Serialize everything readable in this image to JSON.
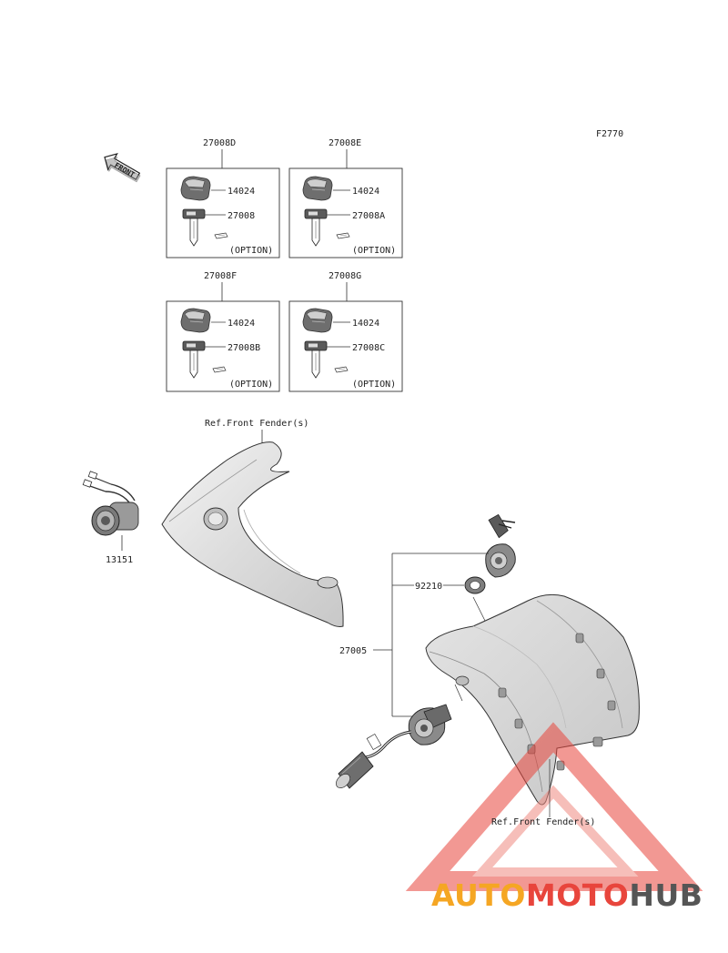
{
  "diagram": {
    "figure_code": "F2770",
    "front_arrow_label": "FRONT",
    "kits": [
      {
        "kit_number": "27008D",
        "cap_part": "14024",
        "key_part": "27008",
        "option_label": "(OPTION)"
      },
      {
        "kit_number": "27008E",
        "cap_part": "14024",
        "key_part": "27008A",
        "option_label": "(OPTION)"
      },
      {
        "kit_number": "27008F",
        "cap_part": "14024",
        "key_part": "27008B",
        "option_label": "(OPTION)"
      },
      {
        "kit_number": "27008G",
        "cap_part": "14024",
        "key_part": "27008C",
        "option_label": "(OPTION)"
      }
    ],
    "ref_front_fender_top": "Ref.Front Fender(s)",
    "ref_front_fender_bottom": "Ref.Front Fender(s)",
    "parts": {
      "switch_left": "13151",
      "washer": "92210",
      "switch_assembly": "27005"
    }
  },
  "watermark": {
    "part_auto": "AUTO",
    "part_moto": "MOTO",
    "part_hub": "HUB",
    "color_auto": "#f5a623",
    "color_moto": "#e8453c",
    "color_hub": "#555555"
  }
}
